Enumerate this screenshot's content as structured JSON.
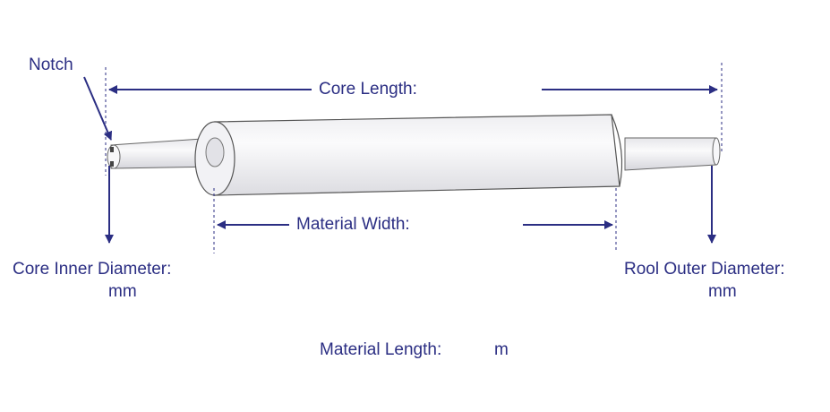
{
  "labels": {
    "notch": "Notch",
    "core_length": "Core Length:",
    "material_width": "Material Width:",
    "core_inner_diameter": "Core Inner Diameter:",
    "core_inner_unit": "mm",
    "roll_outer_diameter": "Rool Outer Diameter:",
    "roll_outer_unit": "mm",
    "material_length": "Material Length:",
    "material_length_unit": "m"
  },
  "colors": {
    "annotation": "#2b2e83",
    "roll_fill": "#f4f4f6",
    "roll_outline": "#555555"
  }
}
